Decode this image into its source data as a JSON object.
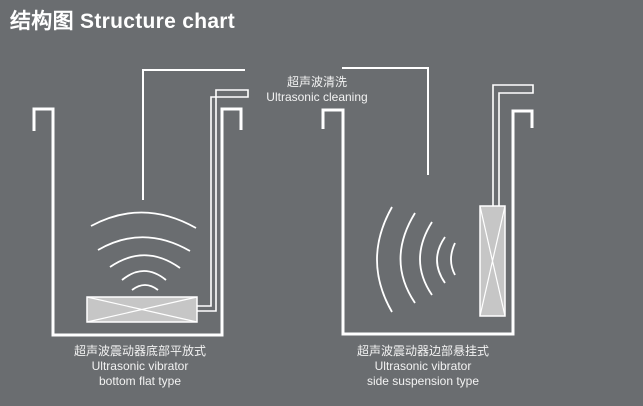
{
  "title": "结构图 Structure chart",
  "center_label": {
    "zh": "超声波清洗",
    "en": "Ultrasonic cleaning"
  },
  "left_diagram": {
    "zh": "超声波震动器底部平放式",
    "en1": "Ultrasonic vibrator",
    "en2": "bottom flat type"
  },
  "right_diagram": {
    "zh": "超声波震动器边部悬挂式",
    "en1": "Ultrasonic vibrator",
    "en2": "side suspension type"
  },
  "colors": {
    "background": "#6a6d70",
    "line": "#ffffff",
    "transducer": "#c6c6c6"
  }
}
